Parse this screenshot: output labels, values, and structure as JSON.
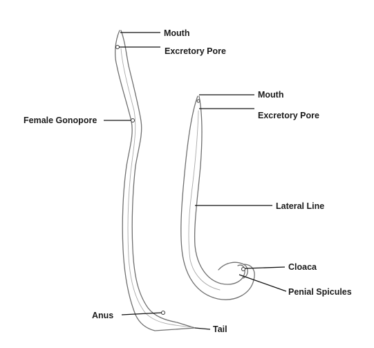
{
  "female_worm": {
    "labels": {
      "mouth": "Mouth",
      "excretory_pore": "Excretory Pore",
      "female_gonopore": "Female Gonopore",
      "anus": "Anus"
    }
  },
  "male_worm": {
    "labels": {
      "mouth": "Mouth",
      "excretory_pore": "Excretory Pore",
      "lateral_line": "Lateral Line",
      "cloaca": "Cloaca",
      "penial_spicules": "Penial Spicules"
    }
  },
  "shared_labels": {
    "tail": "Tail"
  },
  "colors": {
    "outline": "#6f6f6f",
    "inner_line": "#a8a8a8",
    "leader": "#111111",
    "text": "#1a1a1a"
  }
}
